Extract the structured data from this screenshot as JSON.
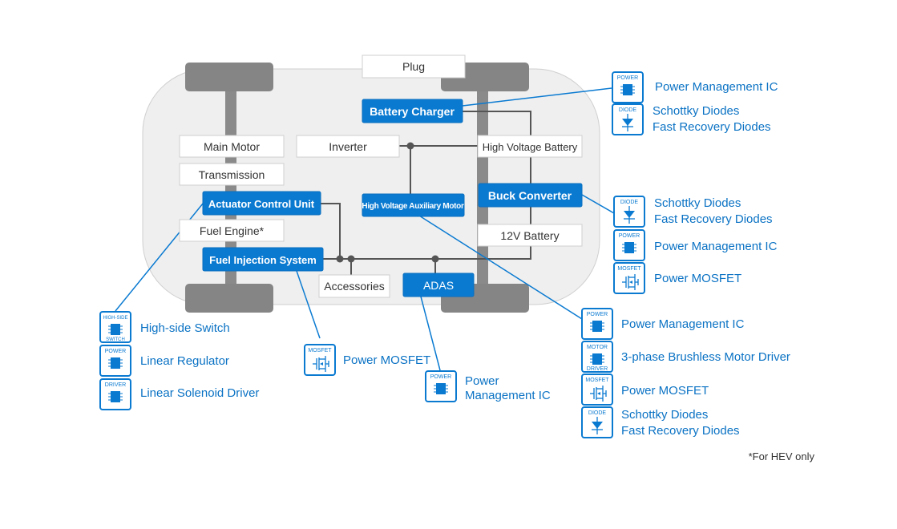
{
  "boxes": {
    "plug": "Plug",
    "battery_charger": "Battery Charger",
    "main_motor": "Main Motor",
    "inverter": "Inverter",
    "high_voltage_battery": "High Voltage Battery",
    "transmission": "Transmission",
    "actuator_control_unit": "Actuator Control Unit",
    "hv_aux_motor": "High Voltage Auxiliary Motor",
    "buck_converter": "Buck Converter",
    "fuel_engine": "Fuel Engine*",
    "battery_12v": "12V Battery",
    "fuel_injection_system": "Fuel Injection System",
    "accessories": "Accessories",
    "adas": "ADAS"
  },
  "icon_tags": {
    "power": "POWER",
    "diode": "DIODE",
    "mosfet": "MOSFET",
    "high_side_1": "HIGH-SIDE",
    "high_side_2": "SWITCH",
    "motor_1": "MOTOR",
    "motor_2": "DRIVER",
    "driver": "DRIVER"
  },
  "groups": {
    "charger": {
      "pmic": "Power Management IC",
      "diode_1": "Schottky Diodes",
      "diode_2": "Fast Recovery Diodes"
    },
    "buck": {
      "diode_1": "Schottky Diodes",
      "diode_2": "Fast Recovery Diodes",
      "pmic": "Power Management IC",
      "mosfet": "Power MOSFET"
    },
    "actuator": {
      "high_side": "High-side Switch",
      "regulator": "Linear Regulator",
      "solenoid": "Linear Solenoid Driver"
    },
    "fuel_injection": {
      "mosfet": "Power MOSFET"
    },
    "adas": {
      "pmic_1": "Power",
      "pmic_2": "Management IC"
    },
    "aux_motor": {
      "pmic": "Power Management IC",
      "motor_driver": "3-phase Brushless Motor Driver",
      "mosfet": "Power MOSFET",
      "diode_1": "Schottky Diodes",
      "diode_2": "Fast Recovery Diodes"
    }
  },
  "footnote": "*For HEV only",
  "colors": {
    "accent": "#0a7ad1",
    "car_body": "#efefef",
    "wheel": "#858585",
    "wire": "#555555"
  }
}
